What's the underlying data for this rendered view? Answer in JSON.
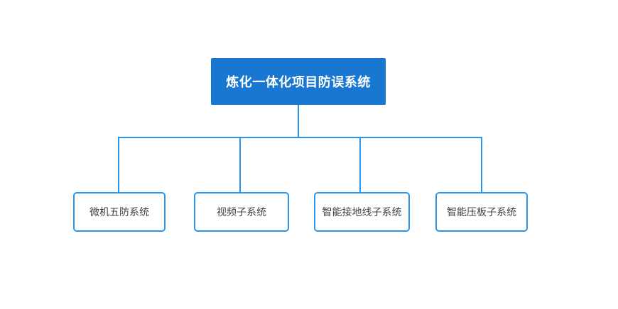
{
  "diagram": {
    "root": {
      "label": "炼化一体化项目防误系统"
    },
    "children": [
      {
        "label": "微机五防系统"
      },
      {
        "label": "视频子系统"
      },
      {
        "label": "智能接地线子系统"
      },
      {
        "label": "智能压板子系统"
      }
    ]
  },
  "colors": {
    "canvas_bg": "#ffffff",
    "root_fill": "#1878d1",
    "root_text": "#ffffff",
    "connector": "#2b95ee",
    "child_border": "#2b95ee",
    "child_text": "#404040"
  }
}
